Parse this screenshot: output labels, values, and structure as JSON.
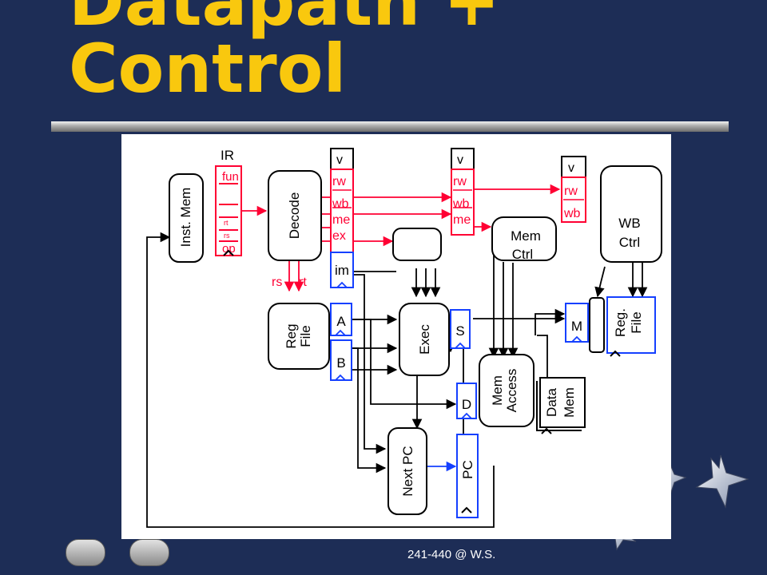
{
  "slide": {
    "title_line1": "Datapath +",
    "title_line2": "Control",
    "footer": "241-440 @ W.S."
  },
  "colors": {
    "background": "#1d2d56",
    "title": "#f9c80e",
    "control": "#ff0033",
    "pipeline_register": "#1540ff",
    "datapath": "#000000"
  },
  "diagram": {
    "ir_label": "IR",
    "ir_fields": [
      "fun",
      "rt",
      "rs",
      "op"
    ],
    "blocks": {
      "inst_mem": "Inst. Mem",
      "decode": "Decode",
      "reg_file": [
        "Reg",
        "File"
      ],
      "exec": "Exec",
      "mem_ctrl": [
        "Mem",
        "Ctrl"
      ],
      "mem_access": [
        "Mem",
        "Access"
      ],
      "data_mem": [
        "Data",
        "Mem"
      ],
      "wb_ctrl": [
        "WB",
        "Ctrl"
      ],
      "reg_file2": [
        "Reg.",
        "File"
      ],
      "next_pc": "Next PC"
    },
    "reg_selects": [
      "rs",
      "rt"
    ],
    "control_regs": {
      "stage1": [
        "v",
        "rw",
        "wb",
        "me",
        "ex"
      ],
      "stage2": [
        "v",
        "rw",
        "wb",
        "me"
      ],
      "stage3": [
        "v",
        "rw",
        "wb"
      ]
    },
    "pipe_regs": {
      "im": "im",
      "a": "A",
      "b": "B",
      "s": "S",
      "d": "D",
      "m": "M",
      "pc": "PC"
    }
  }
}
